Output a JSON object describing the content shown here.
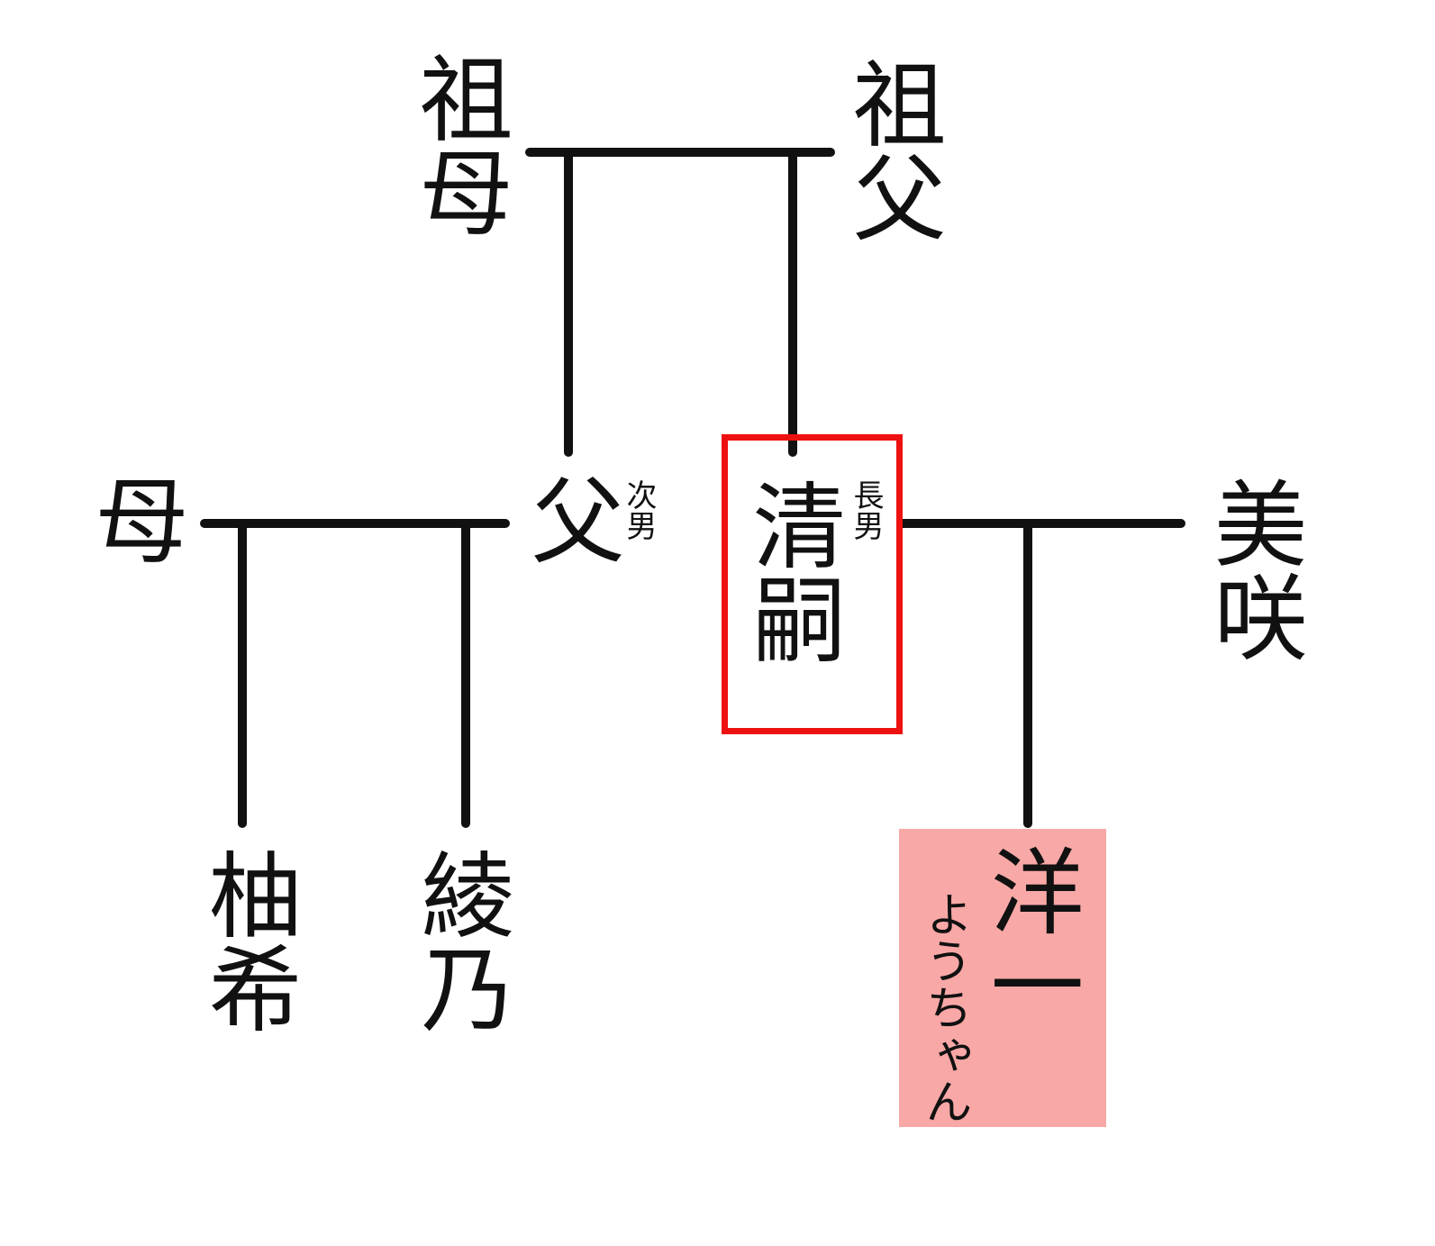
{
  "colors": {
    "line": "#111111",
    "highlight_outline": "#ee1111",
    "highlight_fill": "#f8a8a6"
  },
  "people": {
    "grandmother": {
      "name": "祖母"
    },
    "grandfather": {
      "name": "祖父"
    },
    "mother": {
      "name": "母"
    },
    "father": {
      "name": "父",
      "note": "次男"
    },
    "kiyotsugu": {
      "name": "清嗣",
      "note": "長男"
    },
    "misaki": {
      "name": "美咲"
    },
    "yuki": {
      "name": "柚希"
    },
    "ayano": {
      "name": "綾乃"
    },
    "yoichi": {
      "name": "洋一",
      "reading": "ようちゃん"
    }
  }
}
